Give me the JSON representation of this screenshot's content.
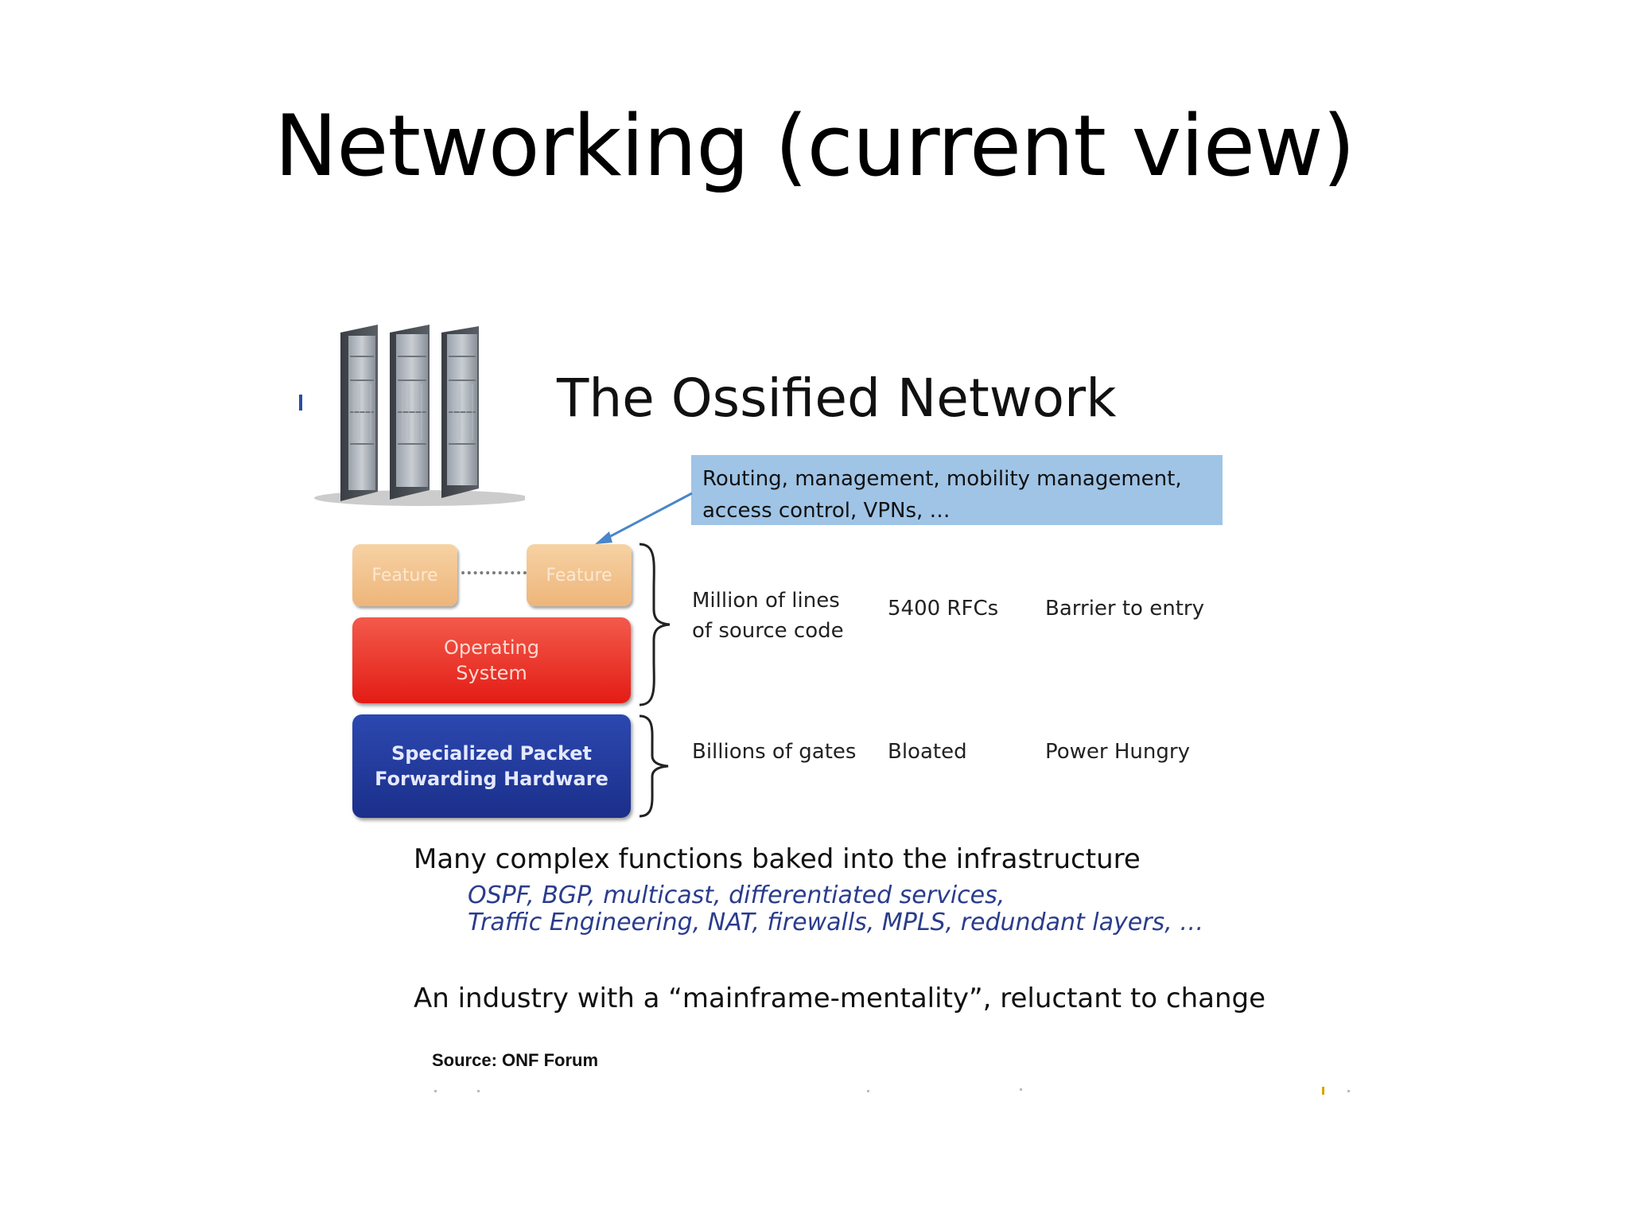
{
  "slide": {
    "title": "Networking (current view)"
  },
  "embedded_figure": {
    "title": "The Ossified Network",
    "callout": {
      "line1": "Routing, management, mobility management,",
      "line2": "access control, VPNs, …"
    },
    "stack": {
      "feature_left": "Feature",
      "feature_right": "Feature",
      "os_line1": "Operating",
      "os_line2": "System",
      "hw_line1": "Specialized Packet",
      "hw_line2": "Forwarding Hardware"
    },
    "software_row": {
      "lines_line1": "Million of lines",
      "lines_line2": "of source code",
      "rfcs": "5400 RFCs",
      "barrier": "Barrier to entry"
    },
    "hardware_row": {
      "gates": "Billions of gates",
      "bloated": "Bloated",
      "power": "Power Hungry"
    },
    "main_point": "Many complex functions baked into the infrastructure",
    "examples_line1": "OSPF, BGP, multicast, differentiated services,",
    "examples_line2": "Traffic Engineering, NAT, firewalls, MPLS, redundant layers, …",
    "industry_point": "An industry with a “mainframe-mentality”, reluctant to change",
    "source": "Source: ONF Forum"
  },
  "colors": {
    "callout_bg": "#9fc4e6",
    "feature_orange": "#eeb57a",
    "os_red": "#e31c15",
    "hw_blue": "#1b2f8a",
    "examples_text": "#2a3c8c"
  }
}
